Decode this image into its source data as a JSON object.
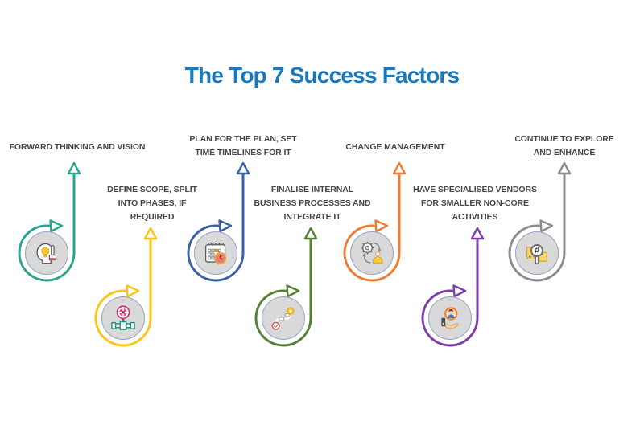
{
  "title": {
    "text": "The Top 7 Success Factors",
    "color": "#1879bd"
  },
  "label_color": "#474747",
  "factors": [
    {
      "id": "forward-thinking-and-vision",
      "color": "#2aa491",
      "icon": "idea-head-icon",
      "lines": [
        "FORWARD THINKING AND VISION"
      ]
    },
    {
      "id": "define-scope-split-into-phases",
      "color": "#fbc515",
      "icon": "gauge-pipe-icon",
      "lines": [
        "DEFINE SCOPE, SPLIT",
        "INTO PHASES, IF",
        "REQUIRED"
      ]
    },
    {
      "id": "plan-for-the-plan",
      "color": "#3a60a8",
      "icon": "calendar-clock-icon",
      "lines": [
        "PLAN FOR THE PLAN, SET",
        "TIME TIMELINES FOR IT"
      ]
    },
    {
      "id": "finalise-internal-business-processes",
      "color": "#538135",
      "icon": "process-path-icon",
      "lines": [
        "FINALISE INTERNAL",
        "BUSINESS PROCESSES AND",
        "INTEGRATE IT"
      ]
    },
    {
      "id": "change-management",
      "color": "#ee7d31",
      "icon": "gear-person-icon",
      "lines": [
        "CHANGE MANAGEMENT"
      ]
    },
    {
      "id": "specialised-vendors-non-core",
      "color": "#7c3fa8",
      "icon": "hand-person-icon",
      "lines": [
        "HAVE SPECIALISED VENDORS",
        "FOR SMALLER NON-CORE",
        "ACTIVITIES"
      ]
    },
    {
      "id": "continue-to-explore-and-enhance",
      "color": "#8c8c8c",
      "icon": "magnifier-map-icon",
      "lines": [
        "CONTINUE TO EXPLORE",
        "AND ENHANCE"
      ]
    }
  ]
}
